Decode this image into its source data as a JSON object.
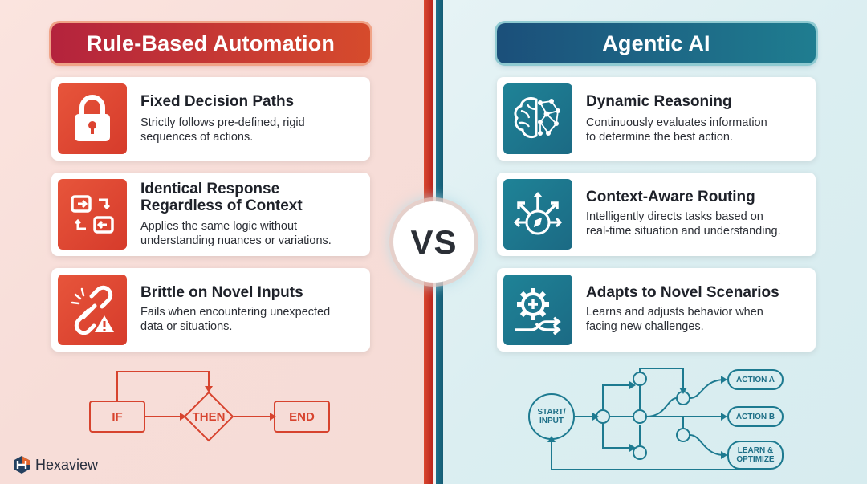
{
  "left": {
    "header": "Rule-Based Automation",
    "cards": [
      {
        "title_lines": [
          "Fixed Decision Paths"
        ],
        "desc_lines": [
          "Strictly follows pre-defined, rigid",
          "sequences of actions."
        ],
        "icon": "lock-icon"
      },
      {
        "title_lines": [
          "Identical Response",
          "Regardless of Context"
        ],
        "desc_lines": [
          "Applies the same logic without",
          "understanding nuances or variations."
        ],
        "icon": "repeat-arrows-icon"
      },
      {
        "title_lines": [
          "Brittle on Novel Inputs"
        ],
        "desc_lines": [
          "Fails when encountering unexpected",
          "data or situations."
        ],
        "icon": "broken-link-warning-icon"
      }
    ],
    "flow": {
      "if": "IF",
      "then": "THEN",
      "end": "END"
    }
  },
  "right": {
    "header": "Agentic AI",
    "cards": [
      {
        "title_lines": [
          "Dynamic Reasoning"
        ],
        "desc_lines": [
          "Continuously evaluates information",
          "to determine the best action."
        ],
        "icon": "brain-network-icon"
      },
      {
        "title_lines": [
          "Context-Aware Routing"
        ],
        "desc_lines": [
          "Intelligently directs tasks based on",
          "real-time situation and understanding."
        ],
        "icon": "compass-arrows-icon"
      },
      {
        "title_lines": [
          "Adapts to Novel Scenarios"
        ],
        "desc_lines": [
          "Learns and adjusts behavior when",
          "facing new challenges."
        ],
        "icon": "gear-plus-arrows-icon"
      }
    ],
    "flow": {
      "start_line1": "START/",
      "start_line2": "INPUT",
      "action_a": "ACTION A",
      "action_b": "ACTION B",
      "learn_line1": "LEARN &",
      "learn_line2": "OPTIMIZE"
    }
  },
  "vs": "VS",
  "brand": {
    "name": "Hexaview"
  },
  "colors": {
    "rule_accent": "#d7432e",
    "agentic_accent": "#1d6f87"
  }
}
